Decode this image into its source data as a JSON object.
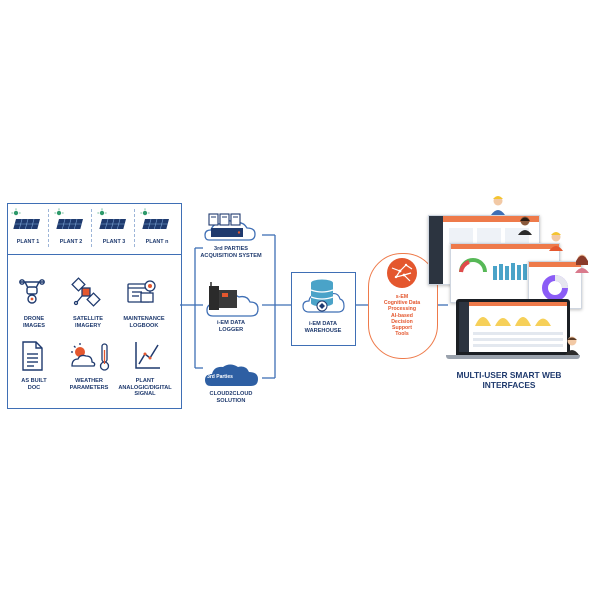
{
  "plants": [
    {
      "label": "PLANT 1"
    },
    {
      "label": "PLANT 2"
    },
    {
      "label": "PLANT 3"
    },
    {
      "label": "PLANT n"
    }
  ],
  "sources": [
    {
      "label": "DRONE\nIMAGES",
      "icon": "drone-icon"
    },
    {
      "label": "SATELLITE\nIMAGERY",
      "icon": "satellite-icon"
    },
    {
      "label": "MAINTENANCE\nLOGBOOK",
      "icon": "logbook-icon"
    },
    {
      "label": "AS BUILT\nDOC",
      "icon": "document-icon"
    },
    {
      "label": "WEATHER\nPARAMETERS",
      "icon": "weather-icon"
    },
    {
      "label": "PLANT\nANALOGIC/DIGITAL\nSIGNAL",
      "icon": "signal-chart-icon"
    }
  ],
  "acquisition": [
    {
      "label": "3rd PARTIES\nACQUISITION SYSTEM",
      "icon": "servers-cloud-icon"
    },
    {
      "label": "i-EM DATA\nLOGGER",
      "icon": "logger-cloud-icon"
    },
    {
      "label": "CLOUD2CLOUD\nSOLUTION",
      "icon": "cloud-icon",
      "badge": "3rd Parties"
    }
  ],
  "warehouse": {
    "label": "i-EM DATA\nWAREHOUSE",
    "icon": "database-icon"
  },
  "processing": {
    "label": "s-EM\nCognitive Data\nProcessing\nAI-based\nDecision\nSupport\nTools",
    "icon": "brain-icon"
  },
  "output": {
    "label": "MULTI-USER SMART WEB\nINTERFACES"
  },
  "colors": {
    "navy": "#1f3a6e",
    "line": "#3f6fb5",
    "orange": "#e4572e",
    "accent": "#ee7a4a",
    "cloud": "#2e5fa3"
  }
}
